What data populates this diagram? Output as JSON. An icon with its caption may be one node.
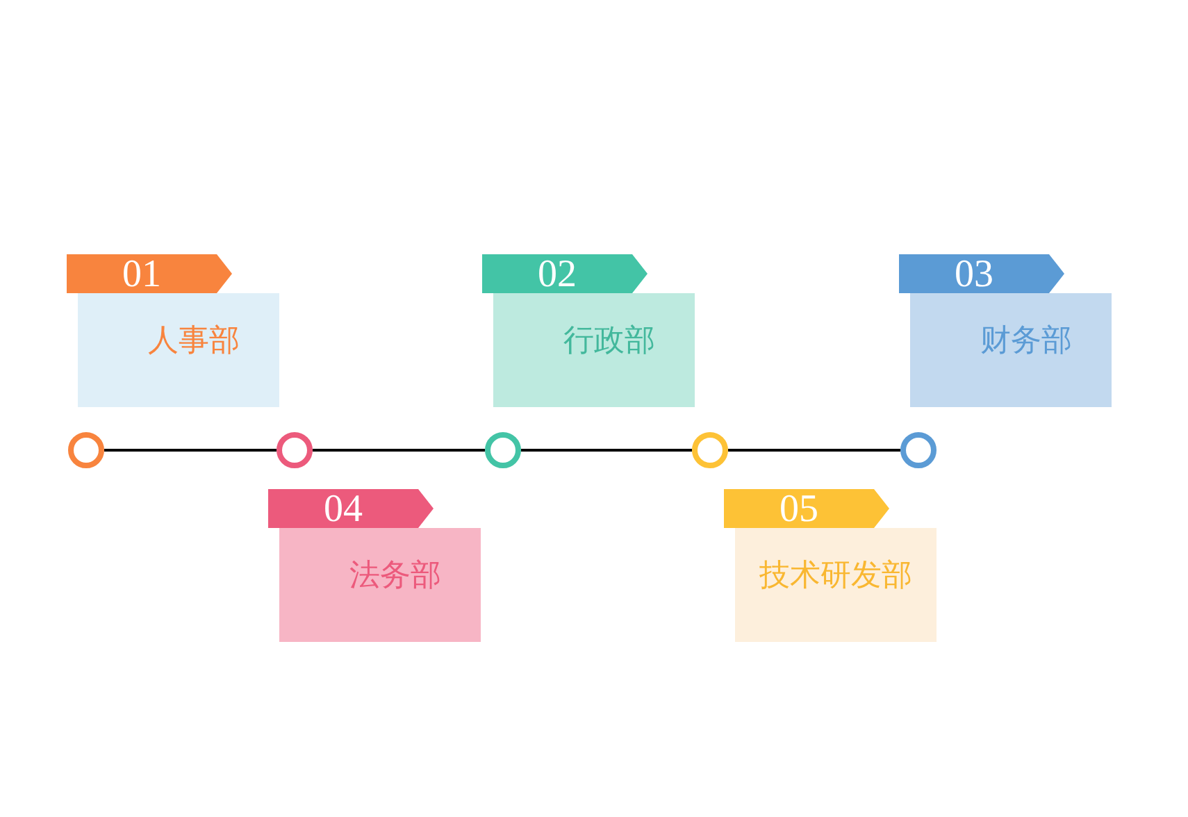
{
  "diagram": {
    "nodes": [
      {
        "text": [
          "01",
          "人事部"
        ]
      },
      {
        "text": [
          "02",
          "行政部"
        ]
      },
      {
        "text": [
          "03",
          "财务部"
        ]
      },
      {
        "text": [],
        "shape": "circle"
      },
      {
        "text": [],
        "shape": "circle"
      },
      {
        "text": [],
        "shape": "circle"
      },
      {
        "text": [],
        "shape": "circle"
      },
      {
        "text": [],
        "shape": "circle"
      },
      {
        "text": [
          "04",
          "法务部"
        ]
      },
      {
        "text": [
          "05",
          "技术研发部"
        ]
      }
    ],
    "edges": [
      {
        "from": 3,
        "to": 4,
        "arrow": "none"
      },
      {
        "from": 4,
        "to": 5,
        "arrow": "none"
      },
      {
        "from": 5,
        "to": 6,
        "arrow": "none"
      },
      {
        "from": 6,
        "to": 7,
        "arrow": "none"
      }
    ]
  }
}
